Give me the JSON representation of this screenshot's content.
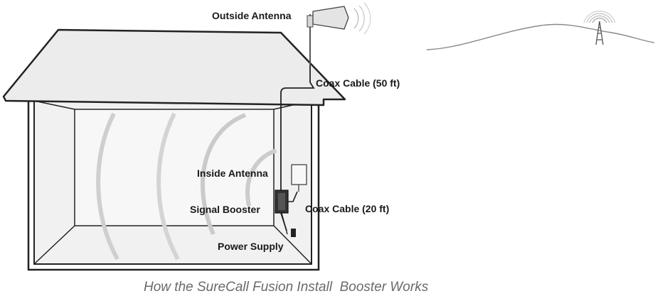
{
  "labels": {
    "outside_antenna": "Outside Antenna",
    "coax_cable_50": "Coax Cable (50 ft)",
    "inside_antenna": "Inside Antenna",
    "signal_booster": "Signal Booster",
    "coax_cable_20": "Coax Cable (20 ft)",
    "power_supply": "Power Supply"
  },
  "caption": "How the SureCall Fusion Install  Booster Works",
  "icons": [
    "cell-tower-icon",
    "outside-antenna-icon",
    "inside-antenna-icon",
    "signal-booster-icon",
    "power-supply-icon"
  ]
}
